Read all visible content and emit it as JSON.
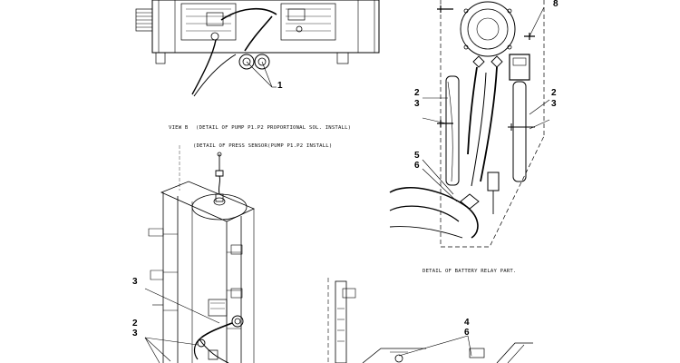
{
  "captions": {
    "view_b": "VIEW B",
    "pump_detail": "(DETAIL OF PUMP P1.P2 PROPORTIONAL SOL. INSTALL)",
    "press_sensor_detail": "(DETAIL OF PRESS SENSOR(PUMP P1.P2 INSTALL)",
    "battery_relay_detail": "DETAIL OF BATTERY RELAY PART."
  },
  "callouts": {
    "pump_1": "1",
    "relay_8": "8",
    "relay_left_2": "2",
    "relay_left_3": "3",
    "relay_right_2": "2",
    "relay_right_3": "3",
    "relay_5": "5",
    "relay_6": "6",
    "sensor_3_top": "3",
    "sensor_2": "2",
    "sensor_3_bottom": "3",
    "bottom_4": "4",
    "bottom_6": "6"
  }
}
